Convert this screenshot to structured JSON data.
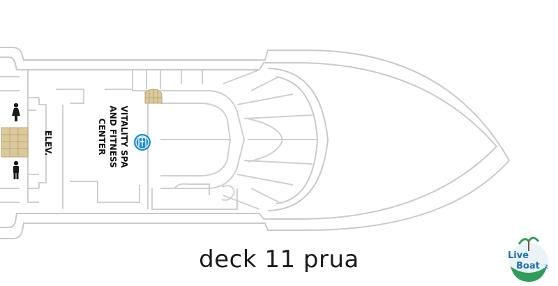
{
  "deck_label": "deck 11 prua",
  "rooms": {
    "elevators": "ELEV.",
    "spa": "VITALITY SPA AND FITNESS CENTER",
    "spa_lines": [
      "VITALITY SPA",
      "AND FITNESS",
      "CENTER"
    ]
  },
  "icons": {
    "restroom_women": "woman-restroom-icon",
    "restroom_men": "man-restroom-icon",
    "spa": "spa-icon",
    "stairs": "stairs-icon",
    "elevator": "elevator-bank-icon"
  },
  "colors": {
    "wall_stroke": "#c9c9c9",
    "stairs_fill": "#dcc99a",
    "spa_icon_fill": "#1e8fd0",
    "restroom_icon": "#1a1a1a",
    "caption": "#1a1a1a"
  },
  "logo": {
    "text_line1": "Live",
    "text_line2": "Boat",
    "suffix": ".it"
  }
}
